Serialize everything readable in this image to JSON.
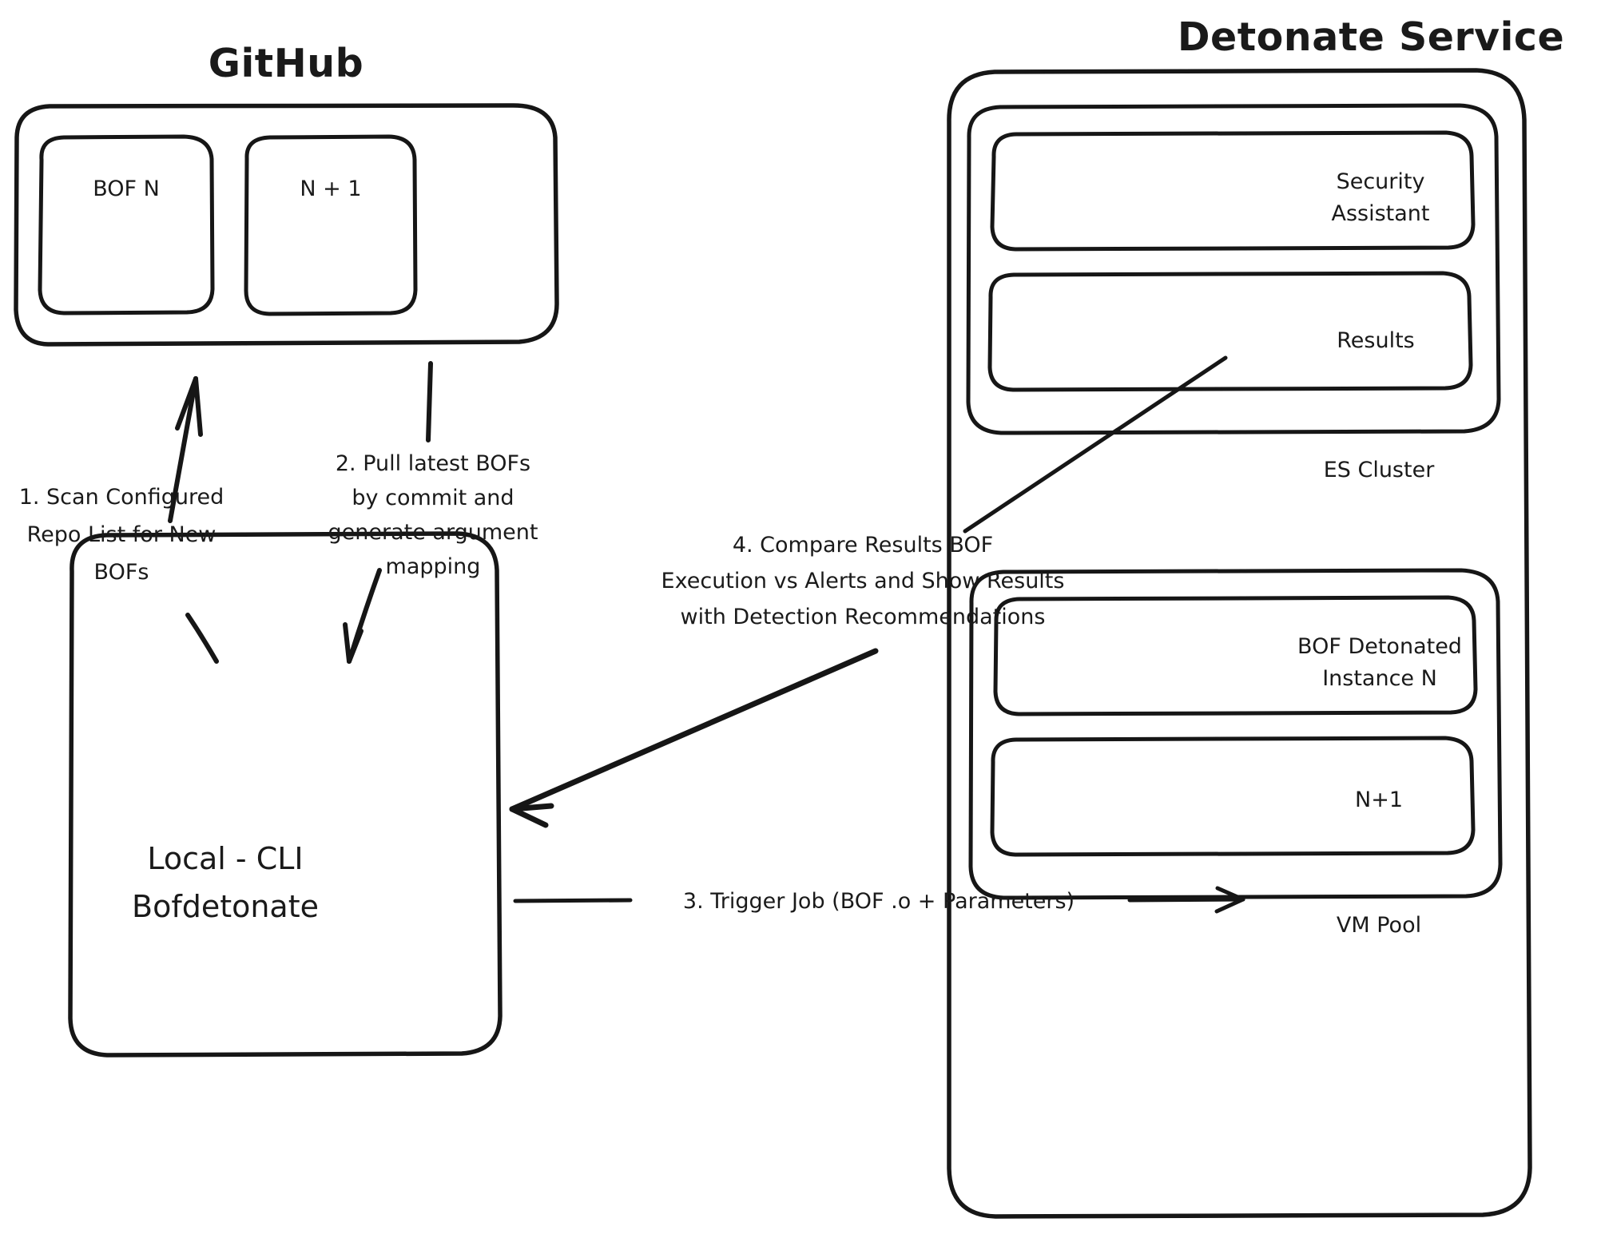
{
  "diagram": {
    "title_left": "GitHub",
    "title_right": "Detonate Service",
    "github": {
      "nodes": [
        {
          "label": "BOF N"
        },
        {
          "label": "N + 1"
        }
      ]
    },
    "local_cli": {
      "line1": "Local - CLI",
      "line2": "Bofdetonate"
    },
    "detonate": {
      "es_cluster": {
        "caption": "ES Cluster",
        "nodes": [
          {
            "line1": "Security",
            "line2": "Assistant"
          },
          {
            "line1": "Results",
            "line2": ""
          }
        ]
      },
      "vm_pool": {
        "caption": "VM Pool",
        "nodes": [
          {
            "line1": "BOF Detonated",
            "line2": "Instance N"
          },
          {
            "line1": "N+1",
            "line2": ""
          }
        ]
      }
    },
    "edges": [
      {
        "id": "step-1",
        "lines": [
          "1. Scan Configured",
          "Repo List for New",
          "BOFs"
        ]
      },
      {
        "id": "step-2",
        "lines": [
          "2. Pull latest BOFs",
          "by commit and",
          "generate argument",
          "mapping"
        ]
      },
      {
        "id": "step-3",
        "lines": [
          "3. Trigger Job (BOF .o +  Parameters)"
        ]
      },
      {
        "id": "step-4",
        "lines": [
          "4. Compare Results BOF",
          "Execution vs Alerts and Show Results",
          "with Detection Recommendations"
        ]
      }
    ],
    "colors": {
      "stroke": "#161616",
      "background": "#ffffff",
      "text": "#1a1a1a"
    }
  }
}
